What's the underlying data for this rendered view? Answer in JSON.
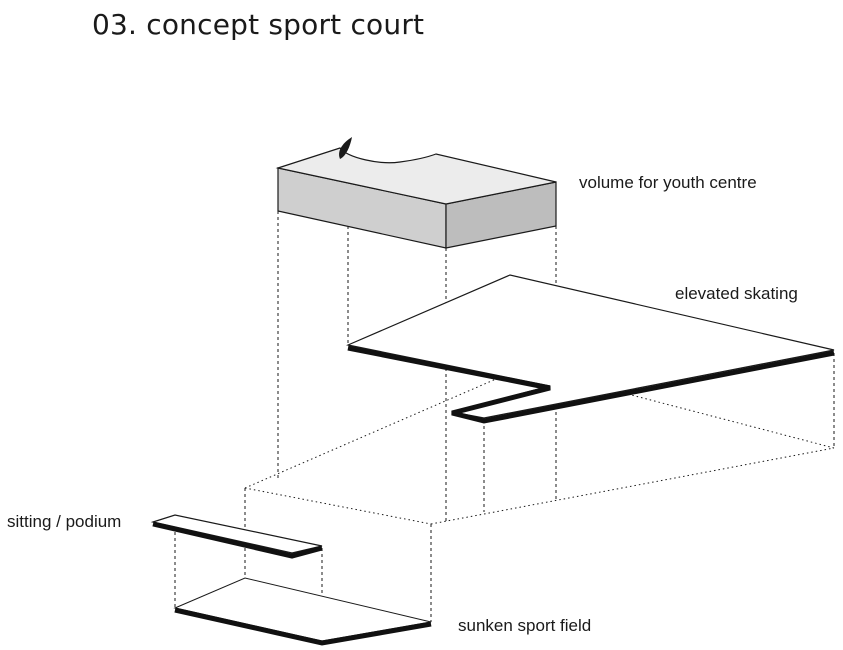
{
  "title": "03. concept sport court",
  "labels": {
    "youth_centre": "volume for youth centre",
    "elevated_skating": "elevated skating",
    "sitting_podium": "sitting / podium",
    "sunken_field": "sunken sport field"
  }
}
